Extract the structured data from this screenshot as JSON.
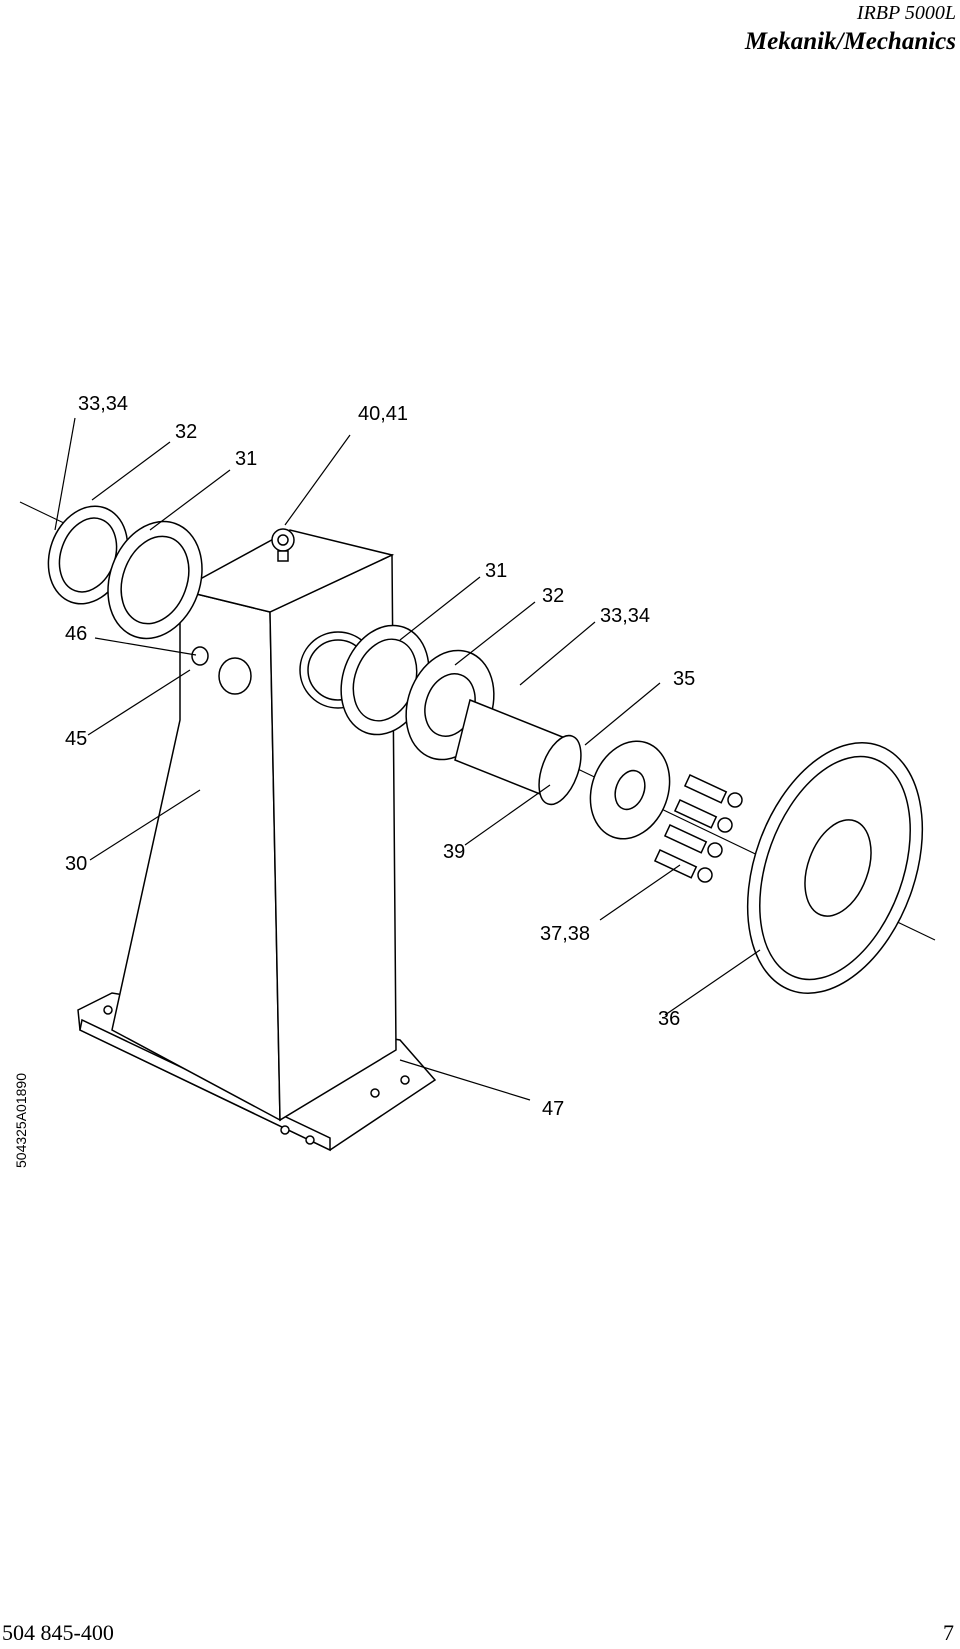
{
  "header": {
    "model": "IRBP 5000L",
    "title": "Mekanik/Mechanics"
  },
  "footer": {
    "doc_number": "504 845-400",
    "page_number": "7"
  },
  "figure_id": "504325A01890",
  "callouts": [
    "33,34",
    "32",
    "31",
    "40,41",
    "31",
    "32",
    "33,34",
    "46",
    "35",
    "45",
    "30",
    "39",
    "37,38",
    "36",
    "47"
  ]
}
